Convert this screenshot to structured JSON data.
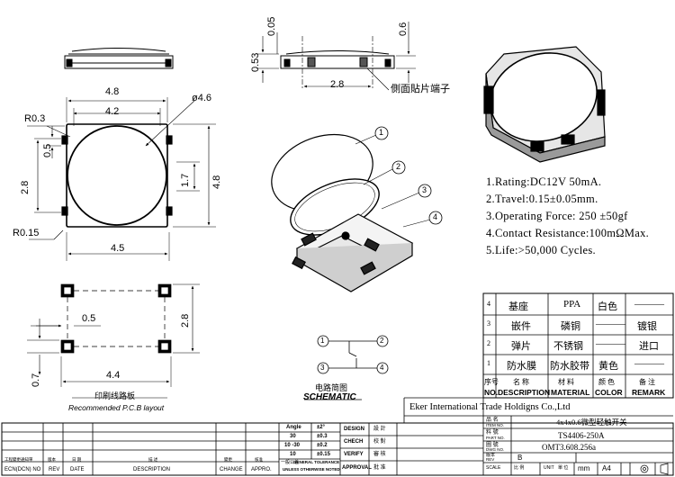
{
  "dimensions": {
    "top_h1": "0.05",
    "top_h2": "0.6",
    "top_h3": "0.53",
    "top_w": "2.8",
    "side_terminal_note": "側面貼片端子",
    "body_w1": "4.8",
    "body_w2": "4.2",
    "body_dia": "ø4.6",
    "body_r03": "R0.3",
    "body_05": "0.5",
    "body_28": "2.8",
    "body_17": "1.7",
    "body_48": "4.8",
    "body_r015": "R0.15",
    "body_45": "4.5",
    "pcb_05": "0.5",
    "pcb_28": "2.8",
    "pcb_44": "4.4",
    "pcb_07": "0.7"
  },
  "labels": {
    "pcb_cn": "印刷线路板",
    "pcb_en": "Recommended P.C.B layout",
    "schem_cn": "电路简图",
    "schem_en": "SCHEMATIC",
    "callout_1": "1",
    "callout_2": "2",
    "callout_3": "3",
    "callout_4": "4",
    "schem_pin1": "1",
    "schem_pin2": "2",
    "schem_pin3": "3",
    "schem_pin4": "4"
  },
  "specs": [
    "1.Rating:DC12V 50mA.",
    "2.Travel:0.15±0.05mm.",
    "3.Operating Force: 250 ±50gf",
    "4.Contact Resistance:100mΩMax.",
    "5.Life:>50,000 Cycles."
  ],
  "bom": {
    "rows": [
      {
        "no": "4",
        "desc": "基座",
        "mat": "PPA",
        "color": "白色",
        "remark": "———"
      },
      {
        "no": "3",
        "desc": "嵌件",
        "mat": "磷铜",
        "color": "———",
        "remark": "镀银"
      },
      {
        "no": "2",
        "desc": "弹片",
        "mat": "不锈钢",
        "color": "———",
        "remark": "进口"
      },
      {
        "no": "1",
        "desc": "防水膜",
        "mat": "防水胶带",
        "color": "黄色",
        "remark": "———"
      }
    ],
    "header_cn": {
      "no": "序号",
      "desc": "名 称",
      "mat": "材 料",
      "color": "颜 色",
      "remark": "备 注"
    },
    "header_en": {
      "no": "NO.",
      "desc": "DESCRIPTION",
      "mat": "MATERIAL",
      "color": "COLOR",
      "remark": "REMARK"
    }
  },
  "title_block": {
    "company": "Eker International Trade Holdigns Co.,Ltd",
    "item_name": "4x4x0.6微型轻触开关",
    "part_no": "TS4406-250A",
    "drawing_no": "OMT3.608.256a",
    "rev": "B",
    "unit": "mm",
    "size": "A4",
    "item_name_label_cn": "品 名",
    "item_name_label_en": "ITEM NO.",
    "part_label_cn": "料 號",
    "part_label_en": "PART NO.",
    "dwg_label_cn": "圖 號",
    "dwg_label_en": "DWG NO.",
    "rev_label_cn": "版本",
    "rev_label_en": "REV",
    "scale_label": "SCALE",
    "scale_cn": "比 例",
    "unit_label": "UNIT",
    "unit_cn": "單 位",
    "design": "DESIGN",
    "design_cn": "設 計",
    "check": "CHECH",
    "check_cn": "校 對",
    "verify": "VERIFY",
    "verify_cn": "審 核",
    "approval": "APPROVAL",
    "approval_cn": "批 准",
    "tol_angle": "Angle",
    "tol_angle_v": "±2°",
    "tol_30": "30",
    "tol_30_v": "±0.3",
    "tol_10_30": "10 -30",
    "tol_10_30_v": "±0.2",
    "tol_10": "10",
    "tol_10_v": "±0.15",
    "gen_tol_cn": "一般公差",
    "gen_tol": "GENERAL TOLERANCE",
    "unless": "UNLESS OTHERWISE NOTED",
    "ecn_cn": "工程變更通知單",
    "ecn": "ECN(DCN) NO",
    "rev_cn": "版本",
    "rev_col": "REV",
    "date_cn": "日 期",
    "date": "DATE",
    "desc_cn": "描 述",
    "desc": "DESCRIPTION",
    "change_cn": "變更",
    "change": "CHANGE",
    "appro_cn": "核准",
    "appro": "APPRO."
  }
}
